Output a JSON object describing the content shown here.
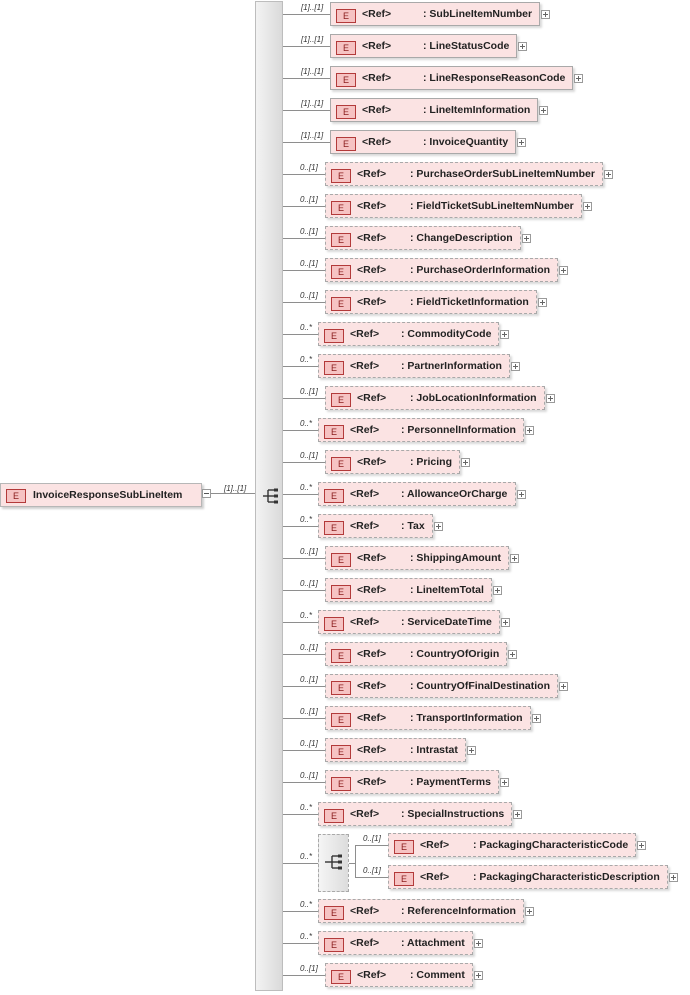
{
  "root": {
    "badge": "E",
    "name": "InvoiceResponseSubLineItem",
    "cardinality": "[1]..[1]"
  },
  "children": [
    {
      "card": "[1]..[1]",
      "ref": "<Ref>",
      "name": ": SubLineItemNumber",
      "optional": false
    },
    {
      "card": "[1]..[1]",
      "ref": "<Ref>",
      "name": ": LineStatusCode",
      "optional": false
    },
    {
      "card": "[1]..[1]",
      "ref": "<Ref>",
      "name": ": LineResponseReasonCode",
      "optional": false
    },
    {
      "card": "[1]..[1]",
      "ref": "<Ref>",
      "name": ": LineItemInformation",
      "optional": false
    },
    {
      "card": "[1]..[1]",
      "ref": "<Ref>",
      "name": ": InvoiceQuantity",
      "optional": false
    },
    {
      "card": "0..[1]",
      "ref": "<Ref>",
      "name": ": PurchaseOrderSubLineItemNumber",
      "optional": true
    },
    {
      "card": "0..[1]",
      "ref": "<Ref>",
      "name": ": FieldTicketSubLineItemNumber",
      "optional": true
    },
    {
      "card": "0..[1]",
      "ref": "<Ref>",
      "name": ": ChangeDescription",
      "optional": true
    },
    {
      "card": "0..[1]",
      "ref": "<Ref>",
      "name": ": PurchaseOrderInformation",
      "optional": true
    },
    {
      "card": "0..[1]",
      "ref": "<Ref>",
      "name": ": FieldTicketInformation",
      "optional": true
    },
    {
      "card": "0..*",
      "ref": "<Ref>",
      "name": ": CommodityCode",
      "optional": true
    },
    {
      "card": "0..*",
      "ref": "<Ref>",
      "name": ": PartnerInformation",
      "optional": true
    },
    {
      "card": "0..[1]",
      "ref": "<Ref>",
      "name": ": JobLocationInformation",
      "optional": true
    },
    {
      "card": "0..*",
      "ref": "<Ref>",
      "name": ": PersonnelInformation",
      "optional": true
    },
    {
      "card": "0..[1]",
      "ref": "<Ref>",
      "name": ": Pricing",
      "optional": true
    },
    {
      "card": "0..*",
      "ref": "<Ref>",
      "name": ": AllowanceOrCharge",
      "optional": true
    },
    {
      "card": "0..*",
      "ref": "<Ref>",
      "name": ": Tax",
      "optional": true
    },
    {
      "card": "0..[1]",
      "ref": "<Ref>",
      "name": ": ShippingAmount",
      "optional": true
    },
    {
      "card": "0..[1]",
      "ref": "<Ref>",
      "name": ": LineItemTotal",
      "optional": true
    },
    {
      "card": "0..*",
      "ref": "<Ref>",
      "name": ": ServiceDateTime",
      "optional": true
    },
    {
      "card": "0..[1]",
      "ref": "<Ref>",
      "name": ": CountryOfOrigin",
      "optional": true
    },
    {
      "card": "0..[1]",
      "ref": "<Ref>",
      "name": ": CountryOfFinalDestination",
      "optional": true
    },
    {
      "card": "0..[1]",
      "ref": "<Ref>",
      "name": ": TransportInformation",
      "optional": true
    },
    {
      "card": "0..[1]",
      "ref": "<Ref>",
      "name": ": Intrastat",
      "optional": true
    },
    {
      "card": "0..[1]",
      "ref": "<Ref>",
      "name": ": PaymentTerms",
      "optional": true
    },
    {
      "card": "0..*",
      "ref": "<Ref>",
      "name": ": SpecialInstructions",
      "optional": true
    }
  ],
  "choice": {
    "card": "0..*",
    "items": [
      {
        "card": "0..[1]",
        "ref": "<Ref>",
        "name": ": PackagingCharacteristicCode",
        "optional": true
      },
      {
        "card": "0..[1]",
        "ref": "<Ref>",
        "name": ": PackagingCharacteristicDescription",
        "optional": true
      }
    ]
  },
  "tail": [
    {
      "card": "0..*",
      "ref": "<Ref>",
      "name": ": ReferenceInformation",
      "optional": true
    },
    {
      "card": "0..*",
      "ref": "<Ref>",
      "name": ": Attachment",
      "optional": true
    },
    {
      "card": "0..[1]",
      "ref": "<Ref>",
      "name": ": Comment",
      "optional": true
    }
  ]
}
